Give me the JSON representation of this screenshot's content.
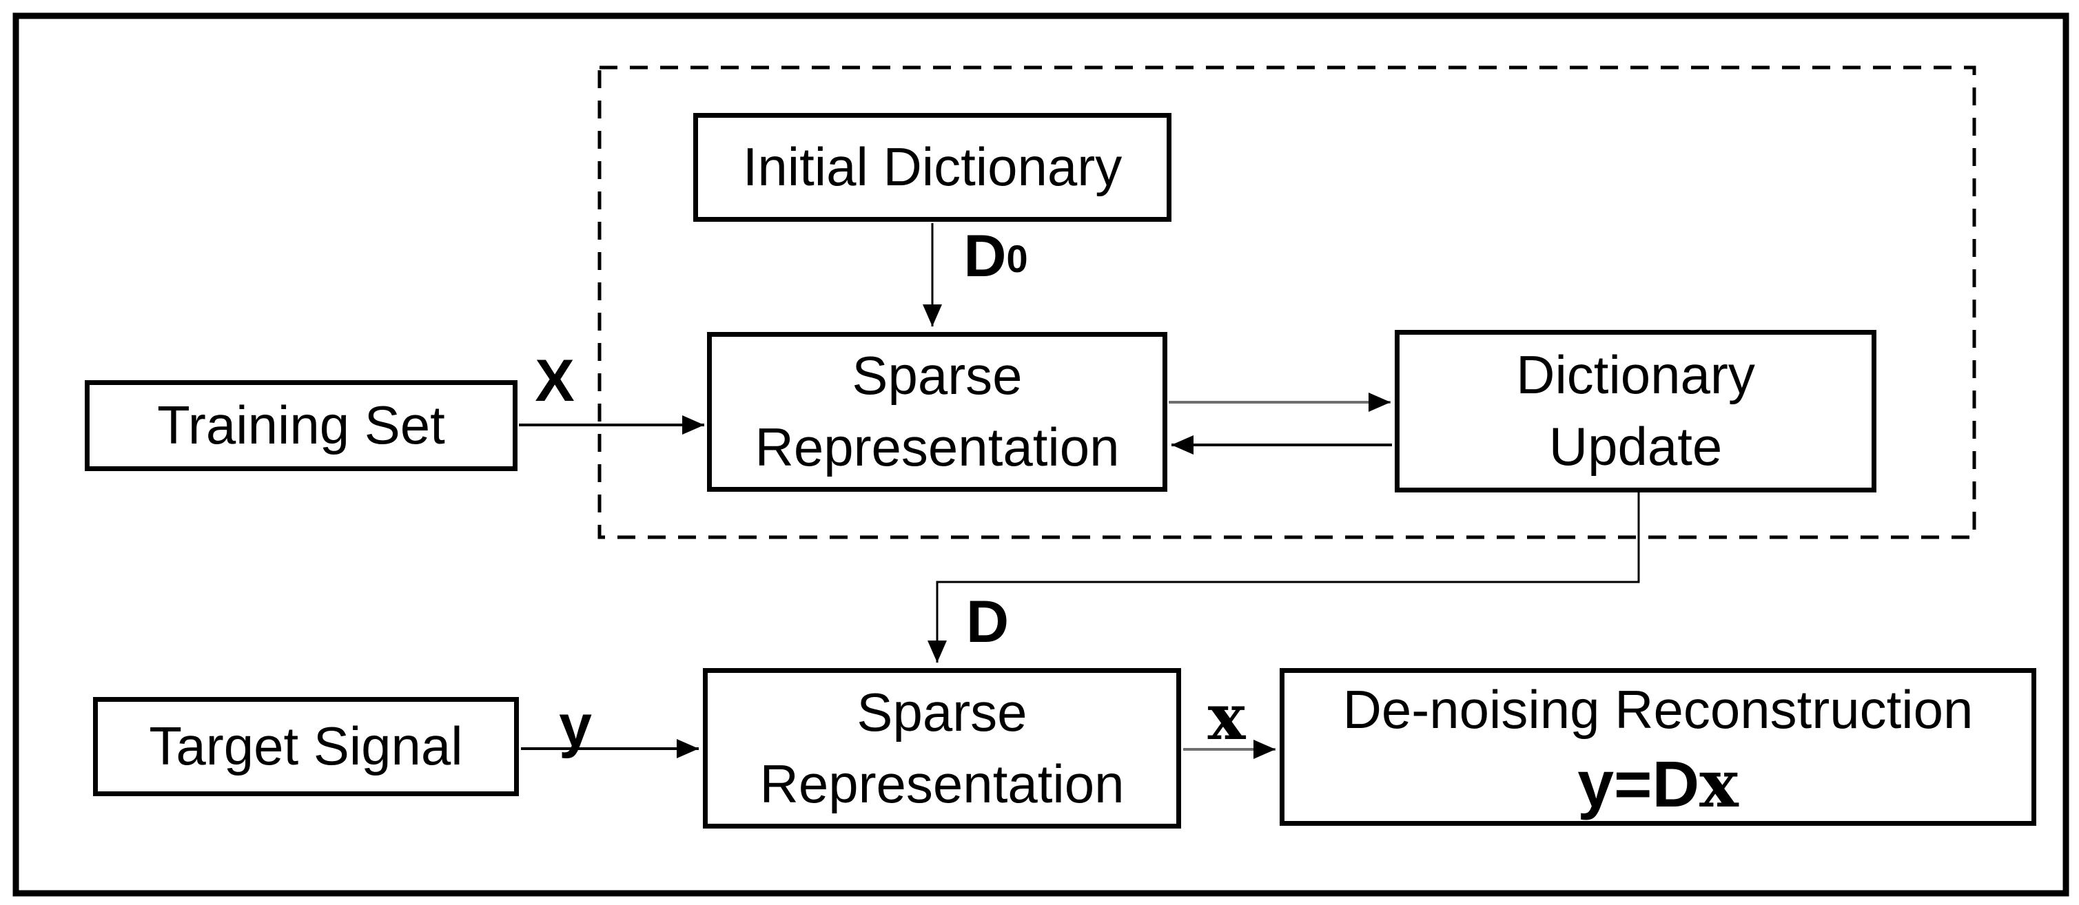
{
  "diagram": {
    "background_color": "#ffffff",
    "line_color": "#000000",
    "gray_line_color": "#6f6f6f",
    "boxes": {
      "initial_dictionary": {
        "label": "Initial Dictionary"
      },
      "sparse_representation_training": {
        "label": "Sparse\nRepresentation"
      },
      "dictionary_update": {
        "label": "Dictionary\nUpdate"
      },
      "training_set": {
        "label": "Training Set"
      },
      "target_signal": {
        "label": "Target Signal"
      },
      "sparse_representation_denoising": {
        "label": "Sparse\nRepresentation"
      },
      "denoising_reconstruction": {
        "label": "De-noising Reconstruction",
        "formula": {
          "sans_part": "y=D",
          "serif_part": "x"
        }
      }
    },
    "edge_labels": {
      "training_input": "X",
      "initial_dictionary_output": {
        "base": "D",
        "subscript": "0"
      },
      "learned_dictionary": "D",
      "target_input": "y",
      "sparse_code_output": "x"
    }
  }
}
